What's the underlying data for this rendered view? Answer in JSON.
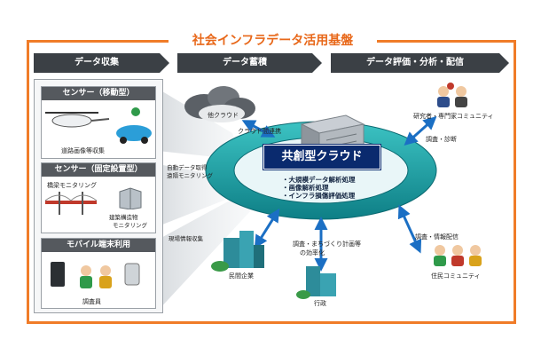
{
  "title": "社会インフラデータ活用基盤",
  "stages": {
    "collect": "データ収集",
    "store": "データ蓄積",
    "analyze": "データ評価・分析・配信"
  },
  "sources": {
    "sensor_mobile": {
      "header": "センサー（移動型）",
      "caption": "道路画像等収集"
    },
    "sensor_fixed": {
      "header": "センサー（固定設置型）",
      "bridge": "橋梁モニタリング",
      "building_line1": "建築構造物",
      "building_line2": "モニタリング"
    },
    "mobile": {
      "header": "モバイル端末利用",
      "caption": "調査員"
    }
  },
  "center": {
    "name": "共創型クラウド",
    "processes": [
      "・大規模データ解析処理",
      "・画像解析処理",
      "・インフラ損傷評価処理"
    ]
  },
  "labels": {
    "other_cloud": "他クラウド",
    "cloud_link": "クラウド間連携",
    "auto_line1": "自動データ取得",
    "auto_line2": "遠隔モニタリング",
    "field_info": "現場情報収集",
    "researchers": "研究者・専門家コミュニティ",
    "survey_diag": "調査・診断",
    "private_co": "民間企業",
    "town_line1": "調査・まちづくり計画等",
    "town_line2": "の効率化",
    "gov": "行政",
    "residents": "住民コミュニティ",
    "survey_info": "調査・情報配信"
  },
  "colors": {
    "accent_orange": "#f07c28",
    "stage_dark": "#3b4045",
    "cloud_navy": "#0a2a6e",
    "ring_teal": "#1aa4a4",
    "arrow_blue": "#1b6fc4"
  }
}
